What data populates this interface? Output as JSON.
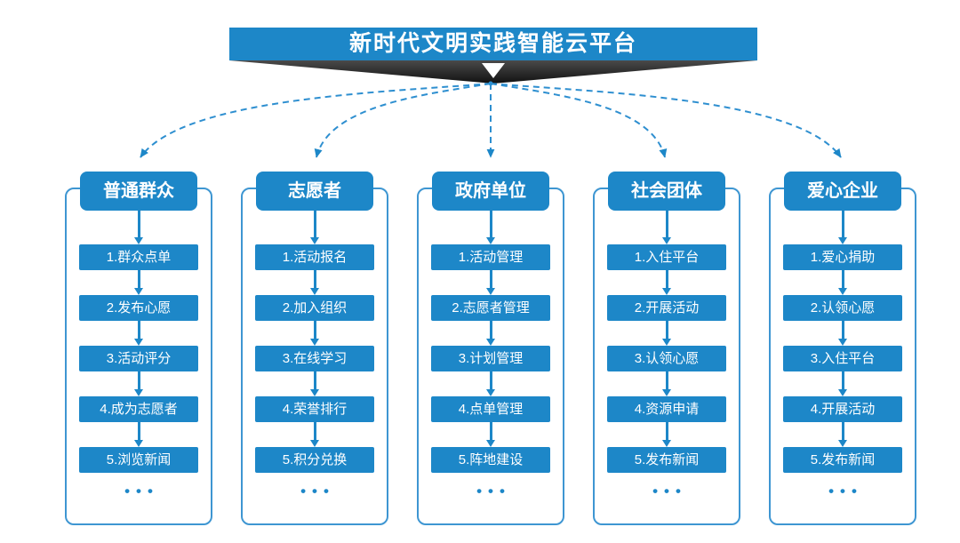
{
  "title": "新时代文明实践智能云平台",
  "colors": {
    "primary_blue": "#1D87C8",
    "dashed_line_blue": "#2E8FD0",
    "frame_border_blue": "#3E96D2",
    "ribbon_dark": "#2A2A2A"
  },
  "icons": {
    "title_down_arrow": "white triangle pointing down under title ribbon",
    "flow_arrow": "solid blue down arrow",
    "fan_connector": "dashed blue curved arrows from hub to five columns"
  },
  "columns": [
    {
      "title": "普通群众",
      "items": [
        "1.群众点单",
        "2.发布心愿",
        "3.活动评分",
        "4.成为志愿者",
        "5.浏览新闻"
      ],
      "more": "•••"
    },
    {
      "title": "志愿者",
      "items": [
        "1.活动报名",
        "2.加入组织",
        "3.在线学习",
        "4.荣誉排行",
        "5.积分兑换"
      ],
      "more": "•••"
    },
    {
      "title": "政府单位",
      "items": [
        "1.活动管理",
        "2.志愿者管理",
        "3.计划管理",
        "4.点单管理",
        "5.阵地建设"
      ],
      "more": "•••"
    },
    {
      "title": "社会团体",
      "items": [
        "1.入住平台",
        "2.开展活动",
        "3.认领心愿",
        "4.资源申请",
        "5.发布新闻"
      ],
      "more": "•••"
    },
    {
      "title": "爱心企业",
      "items": [
        "1.爱心捐助",
        "2.认领心愿",
        "3.入住平台",
        "4.开展活动",
        "5.发布新闻"
      ],
      "more": "•••"
    }
  ]
}
